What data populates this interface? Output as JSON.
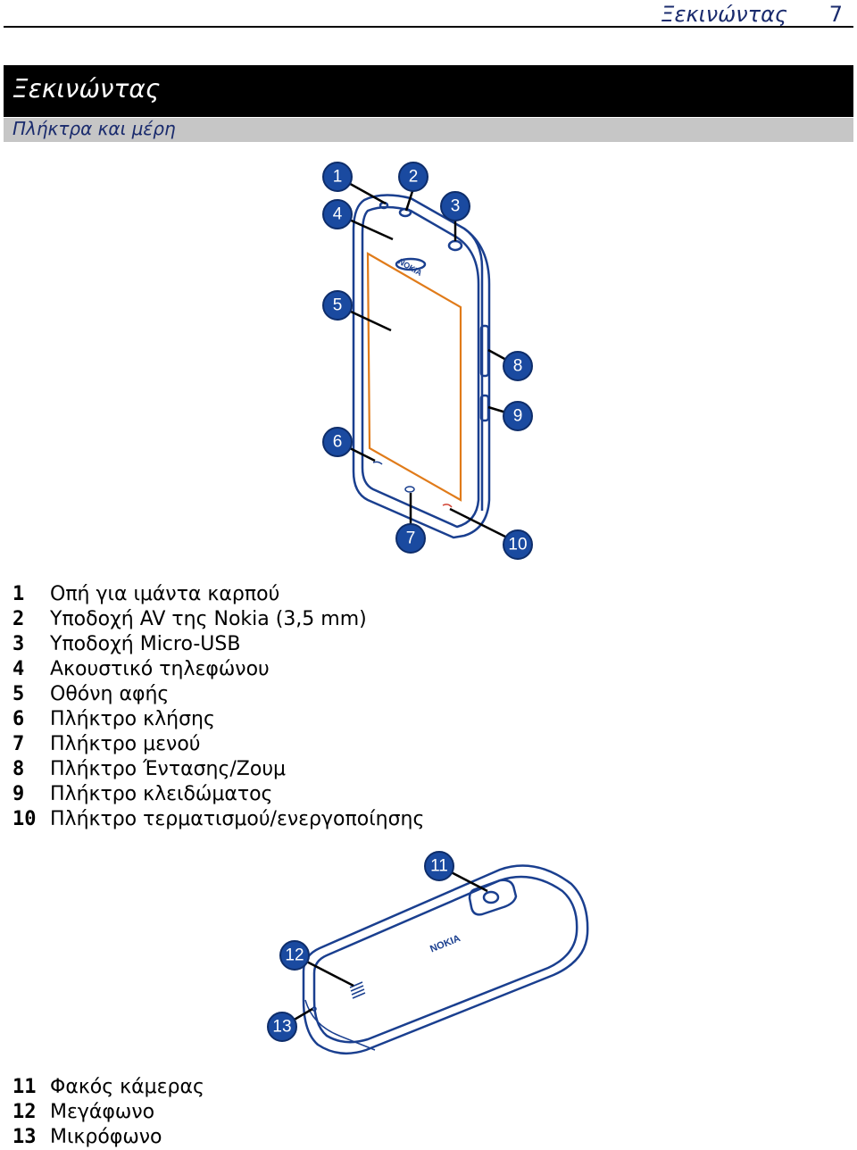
{
  "header": {
    "running_title": "Ξεκινώντας",
    "page_number": "7"
  },
  "chapter": {
    "title": "Ξεκινώντας"
  },
  "section": {
    "title": "Πλήκτρα και μέρη"
  },
  "front_legend": [
    {
      "num": "1",
      "label": "Οπή για ιμάντα καρπού"
    },
    {
      "num": "2",
      "label": "Υποδοχή AV της Nokia (3,5 mm)"
    },
    {
      "num": "3",
      "label": "Υποδοχή Micro-USB"
    },
    {
      "num": "4",
      "label": "Ακουστικό τηλεφώνου"
    },
    {
      "num": "5",
      "label": "Οθόνη αφής"
    },
    {
      "num": "6",
      "label": "Πλήκτρο κλήσης"
    },
    {
      "num": "7",
      "label": "Πλήκτρο μενού"
    },
    {
      "num": "8",
      "label": "Πλήκτρο Έντασης/Ζουμ"
    },
    {
      "num": "9",
      "label": "Πλήκτρο κλειδώματος"
    },
    {
      "num": "10",
      "label": "Πλήκτρο τερματισμού/ενεργοποίησης"
    }
  ],
  "back_legend": [
    {
      "num": "11",
      "label": "Φακός κάμερας"
    },
    {
      "num": "12",
      "label": "Μεγάφωνο"
    },
    {
      "num": "13",
      "label": "Μικρόφωνο"
    }
  ],
  "front_callouts": [
    "1",
    "2",
    "3",
    "4",
    "5",
    "6",
    "7",
    "8",
    "9",
    "10"
  ],
  "back_callouts": [
    "11",
    "12",
    "13"
  ],
  "brand_logo": "NOKIA",
  "colors": {
    "outline": "#1a3f8f",
    "screen": "#e07b1a",
    "callout": "#1a4aa0",
    "section_bar": "#c6c6c6"
  }
}
